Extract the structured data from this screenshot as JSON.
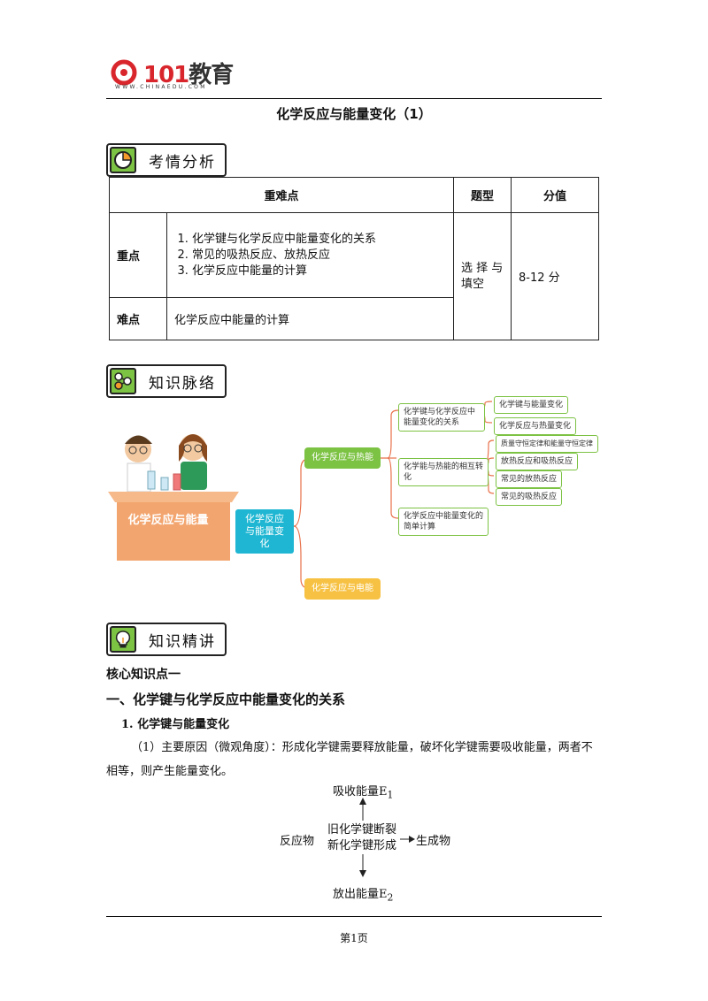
{
  "header": {
    "logo_num": "101",
    "logo_cn": "教育",
    "logo_url": "WWW.CHINAEDU.COM",
    "doc_title": "化学反应与能量变化（1）"
  },
  "sections": {
    "analysis": "考情分析",
    "context": "知识脉络",
    "detail": "知识精讲"
  },
  "table": {
    "headers": [
      "重难点",
      "题型",
      "分值"
    ],
    "row1_label": "重点",
    "row1_items": [
      "化学键与化学反应中能量变化的关系",
      "常见的吸热反应、放热反应",
      "化学反应中能量的计算"
    ],
    "row2_label": "难点",
    "row2_text": "化学反应中能量的计算",
    "type": "选 择 与 填空",
    "score": "8-12 分"
  },
  "mindmap": {
    "banner": "化学反应与能量",
    "center": "化学反应与能量变化",
    "branch1": "化学反应与热能",
    "branch2": "化学反应与电能",
    "sub1": "化学键与化学反应中能量变化的关系",
    "sub2": "化学能与热能的相互转化",
    "sub3": "化学反应中能量变化的简单计算",
    "leaf1": "化学键与能量变化",
    "leaf2": "化学反应与热量变化",
    "leaf3": "质量守恒定律和能量守恒定律",
    "leaf4": "放热反应和吸热反应",
    "leaf5": "常见的放热反应",
    "leaf6": "常见的吸热反应"
  },
  "content": {
    "core": "核心知识点一",
    "h1": "一、化学键与化学反应中能量变化的关系",
    "h2": "1. 化学键与能量变化",
    "para": "（1）主要原因（微观角度）：形成化学键需要释放能量，破坏化学键需要吸收能量，两者不相等，则产生能量变化。",
    "diag_top": "吸收能量E",
    "diag_top_sub": "1",
    "diag_left": "反应物",
    "diag_mid1": "旧化学键断裂",
    "diag_mid2": "新化学键形成",
    "diag_right": "生成物",
    "diag_bottom": "放出能量E",
    "diag_bottom_sub": "2"
  },
  "footer": {
    "page": "第1页"
  },
  "colors": {
    "green": "#7cc243",
    "yellow": "#f7c244",
    "cyan": "#1eb6d2",
    "brand_red": "#d8262c"
  }
}
